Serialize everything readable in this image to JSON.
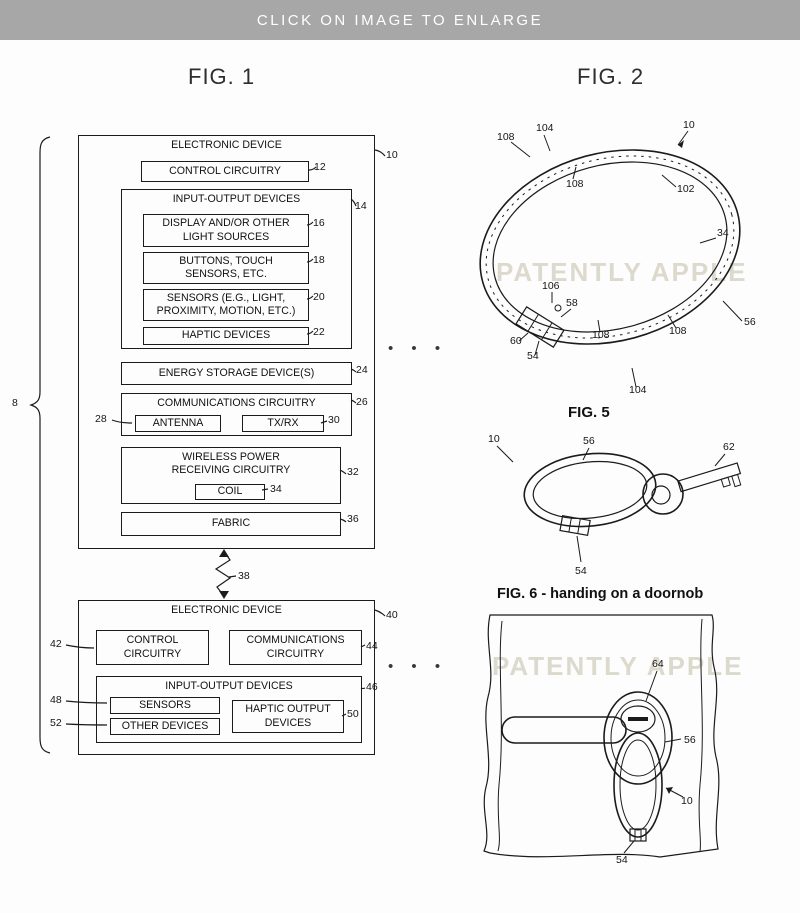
{
  "banner": {
    "text": "CLICK ON IMAGE TO ENLARGE"
  },
  "fig1": {
    "title": "FIG. 1",
    "system_ref": "8",
    "dots": "• • •",
    "link_ref": "38",
    "device1": {
      "title": "ELECTRONIC DEVICE",
      "ref": "10",
      "control": {
        "label": "CONTROL CIRCUITRY",
        "ref": "12"
      },
      "io": {
        "label": "INPUT-OUTPUT DEVICES",
        "ref": "14",
        "display": {
          "label": "DISPLAY AND/OR OTHER\nLIGHT SOURCES",
          "ref": "16"
        },
        "buttons": {
          "label": "BUTTONS, TOUCH\nSENSORS, ETC.",
          "ref": "18"
        },
        "sensors": {
          "label": "SENSORS (E.G., LIGHT,\nPROXIMITY, MOTION, ETC.)",
          "ref": "20"
        },
        "haptic": {
          "label": "HAPTIC DEVICES",
          "ref": "22"
        }
      },
      "energy": {
        "label": "ENERGY STORAGE DEVICE(S)",
        "ref": "24"
      },
      "comms": {
        "label": "COMMUNICATIONS CIRCUITRY",
        "ref": "26",
        "antenna": {
          "label": "ANTENNA",
          "ref": "28"
        },
        "txrx": {
          "label": "TX/RX",
          "ref": "30"
        }
      },
      "wireless": {
        "label": "WIRELESS POWER\nRECEIVING CIRCUITRY",
        "ref": "32",
        "coil": {
          "label": "COIL",
          "ref": "34"
        }
      },
      "fabric": {
        "label": "FABRIC",
        "ref": "36"
      }
    },
    "device2": {
      "title": "ELECTRONIC DEVICE",
      "ref": "40",
      "control": {
        "label": "CONTROL\nCIRCUITRY",
        "ref": "42"
      },
      "comms": {
        "label": "COMMUNICATIONS\nCIRCUITRY",
        "ref": "44"
      },
      "io": {
        "label": "INPUT-OUTPUT DEVICES",
        "ref": "46",
        "sensors": {
          "label": "SENSORS",
          "ref": "48"
        },
        "haptic": {
          "label": "HAPTIC OUTPUT\nDEVICES",
          "ref": "50"
        },
        "other": {
          "label": "OTHER DEVICES",
          "ref": "52"
        }
      }
    }
  },
  "fig2": {
    "title": "FIG. 2",
    "watermark": "PATENTLY APPLE",
    "refs": {
      "r108a": "108",
      "r104a": "104",
      "r10": "10",
      "r108b": "108",
      "r102": "102",
      "r34": "34",
      "r56": "56",
      "r106": "106",
      "r58": "58",
      "r60": "60",
      "r54": "54",
      "r108c": "108",
      "r108d": "108",
      "r104b": "104"
    }
  },
  "fig5": {
    "title": "FIG. 5",
    "refs": {
      "r10": "10",
      "r56": "56",
      "r62": "62",
      "r54": "54"
    }
  },
  "fig6": {
    "title": "FIG. 6 - handing on a doornob",
    "watermark": "PATENTLY APPLE",
    "refs": {
      "r64": "64",
      "r56": "56",
      "r10": "10",
      "r54": "54"
    }
  },
  "colors": {
    "banner_bg": "#a7a7a7",
    "banner_text": "#ffffff",
    "line": "#1b1b1b",
    "watermark": "#dcd9cd"
  }
}
